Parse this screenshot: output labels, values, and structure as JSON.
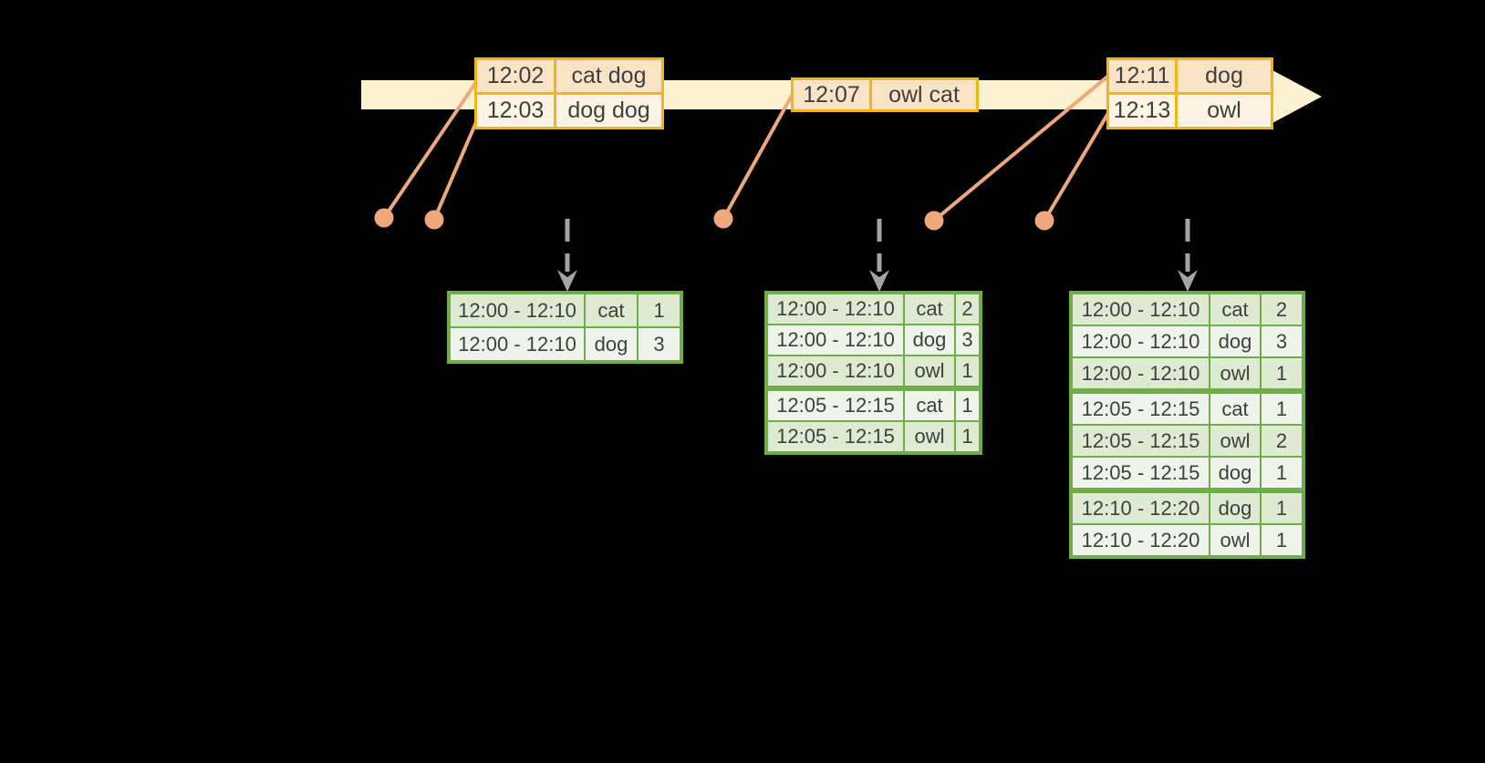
{
  "colors": {
    "background": "#000000",
    "timeline_fill": "#fcf2d1",
    "event_table_border": "#f2b416",
    "event_row_dark": "#fbe3c5",
    "event_row_light": "#fdf4e4",
    "connector": "#f0a87a",
    "trigger_arrow": "#a4a4a4",
    "result_table_border": "#6fad49",
    "result_row_dark": "#dfead3",
    "result_row_light": "#eff4eb",
    "text": "#3f3f3f"
  },
  "event_tables": [
    {
      "rows": [
        {
          "time": "12:02",
          "words": "cat dog"
        },
        {
          "time": "12:03",
          "words": "dog dog"
        }
      ]
    },
    {
      "rows": [
        {
          "time": "12:07",
          "words": "owl cat"
        }
      ]
    },
    {
      "rows": [
        {
          "time": "12:11",
          "words": "dog"
        },
        {
          "time": "12:13",
          "words": "owl"
        }
      ]
    }
  ],
  "result_tables": [
    {
      "rows": [
        {
          "window": "12:00 - 12:10",
          "word": "cat",
          "count": "1"
        },
        {
          "window": "12:00 - 12:10",
          "word": "dog",
          "count": "3"
        }
      ]
    },
    {
      "rows": [
        {
          "window": "12:00 - 12:10",
          "word": "cat",
          "count": "2"
        },
        {
          "window": "12:00 - 12:10",
          "word": "dog",
          "count": "3"
        },
        {
          "window": "12:00 - 12:10",
          "word": "owl",
          "count": "1"
        },
        {
          "window": "12:05 - 12:15",
          "word": "cat",
          "count": "1"
        },
        {
          "window": "12:05 - 12:15",
          "word": "owl",
          "count": "1"
        }
      ]
    },
    {
      "rows": [
        {
          "window": "12:00 - 12:10",
          "word": "cat",
          "count": "2"
        },
        {
          "window": "12:00 - 12:10",
          "word": "dog",
          "count": "3"
        },
        {
          "window": "12:00 - 12:10",
          "word": "owl",
          "count": "1"
        },
        {
          "window": "12:05 - 12:15",
          "word": "cat",
          "count": "1"
        },
        {
          "window": "12:05 - 12:15",
          "word": "owl",
          "count": "2"
        },
        {
          "window": "12:05 - 12:15",
          "word": "dog",
          "count": "1"
        },
        {
          "window": "12:10 - 12:20",
          "word": "dog",
          "count": "1"
        },
        {
          "window": "12:10 - 12:20",
          "word": "owl",
          "count": "1"
        }
      ]
    }
  ]
}
